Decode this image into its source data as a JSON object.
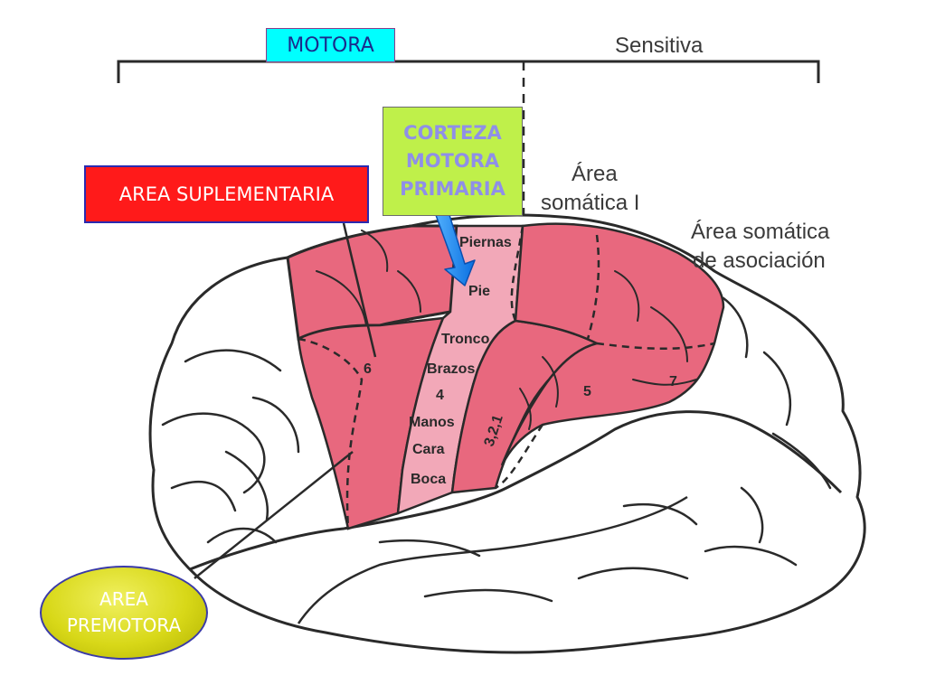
{
  "labels": {
    "motora": "MOTORA",
    "sensitiva": "Sensitiva",
    "corteza_motora_primaria": [
      "CORTEZA",
      "MOTORA",
      "PRIMARIA"
    ],
    "area_suplementaria": "AREA SUPLEMENTARIA",
    "area_premotora": [
      "AREA",
      "PREMOTORA"
    ],
    "area_somatica_i": [
      "Área",
      "somática I"
    ],
    "area_somatica_asociacion": [
      "Área somática",
      "de asociación"
    ]
  },
  "brain_regions": {
    "piernas": "Piernas",
    "pie": "Pie",
    "tronco": "Tronco",
    "brazos": "Brazos",
    "area_4": "4",
    "manos": "Manos",
    "cara": "Cara",
    "boca": "Boca",
    "area_6": "6",
    "area_5": "5",
    "area_7": "7",
    "area_3_2_1": "3,2,1"
  },
  "colors": {
    "cortex_pink": "#e8687e",
    "motor_strip_pink": "#f2a8b8",
    "arrow_blue": "#1e90ff",
    "motora_box": "#00ffff",
    "suplementaria_box": "#ff1a1a",
    "corteza_box": "#bff04a",
    "premotora_box": "#d8d818"
  },
  "icons": {
    "pointer": "down-right-arrow-icon"
  }
}
